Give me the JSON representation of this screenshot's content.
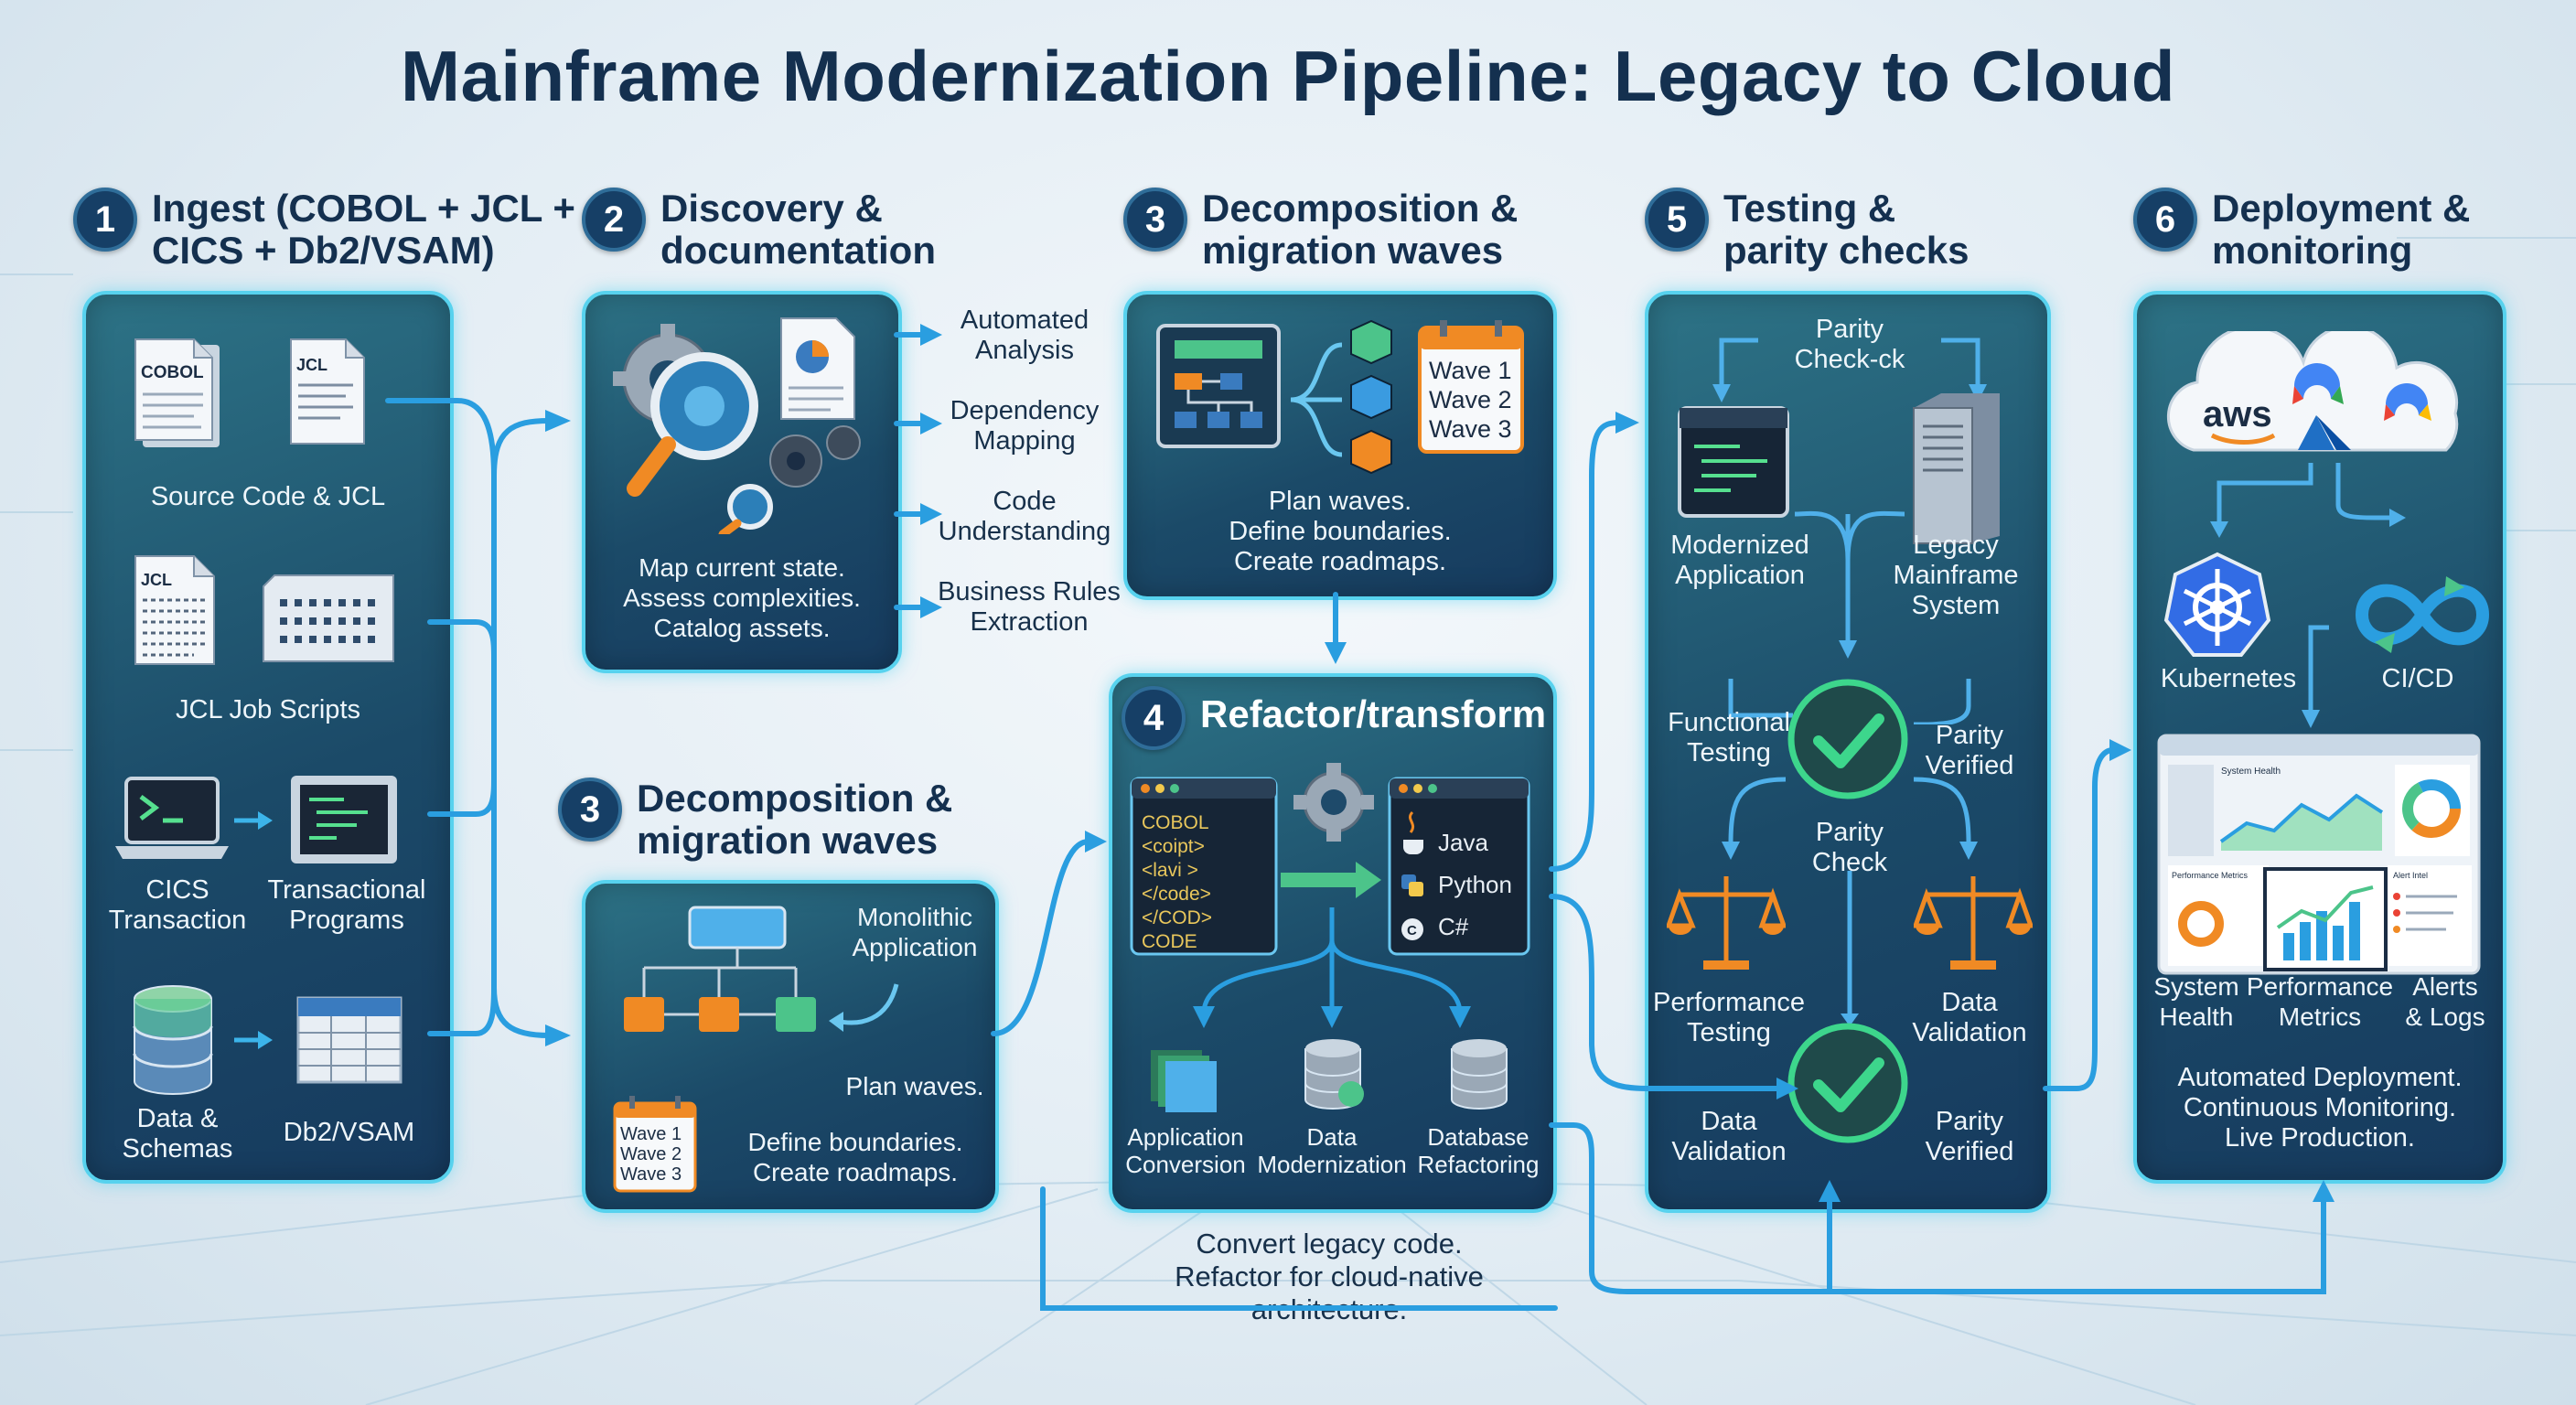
{
  "title": "Mainframe Modernization Pipeline: Legacy to Cloud",
  "stages": {
    "ingest": {
      "number": "1",
      "heading": "Ingest (COBOL + JCL +\nCICS + Db2/VSAM)",
      "source_label": "Source Code & JCL",
      "jcl_label": "JCL Job Scripts",
      "cics_label": "CICS\nTransaction",
      "programs_label": "Transactional\nPrograms",
      "data_label": "Data &\nSchemas",
      "db2_label": "Db2/VSAM",
      "cobol_doc_text": "COBOL",
      "jcl_doc_text": "JCL"
    },
    "discovery": {
      "number": "2",
      "heading": "Discovery &\ndocumentation",
      "summary": "Map current state.\nAssess complexities.\nCatalog assets.",
      "outputs": [
        "Automated\nAnalysis",
        "Dependency\nMapping",
        "Code\nUnderstanding",
        "Business Rules\nExtraction"
      ]
    },
    "decomposition_top": {
      "number": "3",
      "heading": "Decomposition &\nmigration waves",
      "summary": "Plan waves.\nDefine boundaries.\nCreate roadmaps.",
      "waves": [
        "Wave 1",
        "Wave 2",
        "Wave 3"
      ]
    },
    "decomposition_bottom": {
      "number": "3",
      "heading": "Decomposition &\nmigration waves",
      "monolith_label": "Monolithic\nApplication",
      "plan_label": "Plan waves.",
      "boundaries_label": "Define boundaries.\nCreate roadmaps.",
      "waves": [
        "Wave 1",
        "Wave 2",
        "Wave 3"
      ]
    },
    "refactor": {
      "number": "4",
      "heading": "Refactor/transform",
      "legacy_code": [
        "COBOL",
        "<coipt>",
        "  <lavi >",
        "  </code>",
        "</COD>",
        "CODE"
      ],
      "targets": [
        "Java",
        "Python",
        "C#"
      ],
      "outputs": [
        "Application\nConversion",
        "Data\nModernization",
        "Database\nRefactoring"
      ],
      "caption": "Convert legacy code.\nRefactor for cloud-native\narchitecture."
    },
    "testing": {
      "number": "5",
      "heading": "Testing &\nparity checks",
      "parity_check_top": "Parity\nCheck-ck",
      "modernized_label": "Modernized\nApplication",
      "legacy_label": "Legacy\nMainframe\nSystem",
      "functional_label": "Functional\nTesting",
      "parity_verified_1": "Parity\nVerified",
      "parity_check_label": "Parity\nCheck",
      "performance_label": "Performance\nTesting",
      "data_validation_1": "Data\nValidation",
      "data_validation_2": "Data\nValidation",
      "parity_verified_2": "Parity\nVerified"
    },
    "deployment": {
      "number": "6",
      "heading": "Deployment &\nmonitoring",
      "aws_text": "aws",
      "kubernetes_label": "Kubernetes",
      "cicd_label": "CI/CD",
      "dashboard_title": "System Health",
      "metrics_title": "Performance Metrics",
      "alerts_title": "Alert Intel",
      "monitor_labels": [
        "System\nHealth",
        "Performance\nMetrics",
        "Alerts\n& Logs"
      ],
      "summary": "Automated Deployment.\nContinuous Monitoring.\nLive Production."
    }
  },
  "colors": {
    "panel_border": "#57d2ee",
    "arrow": "#2a9ee0",
    "check_green": "#3dd68c",
    "heading_text": "#14304f"
  }
}
